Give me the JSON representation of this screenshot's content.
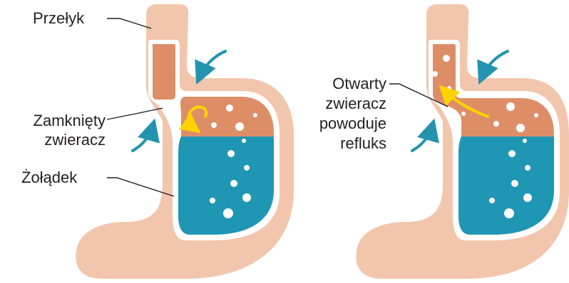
{
  "labels": {
    "esophagus": "Przełyk",
    "closed_sphincter_1": "Zamknięty",
    "closed_sphincter_2": "zwieracz",
    "stomach": "Żołądek",
    "open_sphincter_1": "Otwarty",
    "open_sphincter_2": "zwieracz",
    "open_sphincter_3": "powoduje",
    "open_sphincter_4": "refluks"
  },
  "colors": {
    "tissue": "#f2c6ad",
    "food": "#de8e67",
    "acid": "#1f96b4",
    "bubble": "#ffffff",
    "arrow_pressure": "#2393b0",
    "arrow_flow": "#ffd200",
    "leader_line": "#231f20"
  },
  "icons": [
    "pressure-arrow-icon",
    "reflux-arrow-icon",
    "swirl-arrow-icon"
  ]
}
